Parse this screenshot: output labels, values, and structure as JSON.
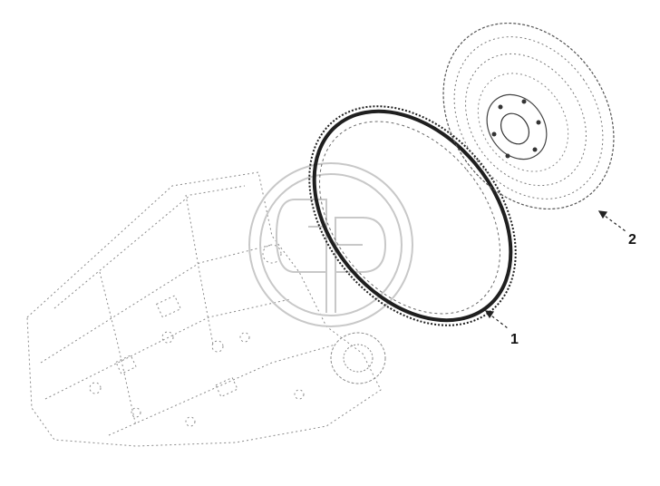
{
  "callouts": [
    {
      "id": "1",
      "label": "1"
    },
    {
      "id": "2",
      "label": "2"
    }
  ],
  "colors": {
    "line": "#2a2a2a",
    "faint": "#7a7a7a",
    "watermark": "#c8c8c8"
  }
}
